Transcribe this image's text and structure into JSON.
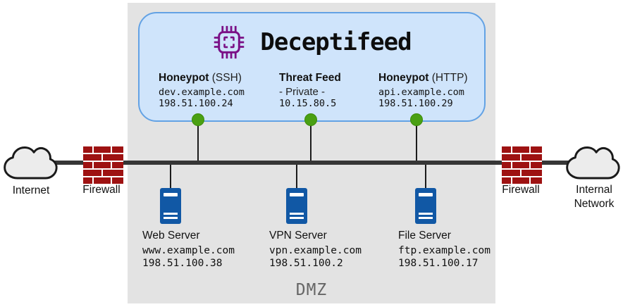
{
  "product": {
    "name": "Deceptifeed"
  },
  "honeypots": [
    {
      "name": "Honeypot",
      "qualifier": " (SSH)",
      "host": "dev.example.com",
      "ip": "198.51.100.24"
    },
    {
      "name": "Threat Feed",
      "qualifier": "",
      "host": "- Private -",
      "ip": "10.15.80.5"
    },
    {
      "name": "Honeypot",
      "qualifier": " (HTTP)",
      "host": "api.example.com",
      "ip": "198.51.100.29"
    }
  ],
  "servers": [
    {
      "name": "Web Server",
      "host": "www.example.com",
      "ip": "198.51.100.38"
    },
    {
      "name": "VPN Server",
      "host": "vpn.example.com",
      "ip": "198.51.100.2"
    },
    {
      "name": "File Server",
      "host": "ftp.example.com",
      "ip": "198.51.100.17"
    }
  ],
  "network": {
    "internet_label": "Internet",
    "internal_label_line1": "Internal",
    "internal_label_line2": "Network",
    "left_firewall_label": "Firewall",
    "right_firewall_label": "Firewall",
    "zone_label": "DMZ"
  },
  "icons": {
    "chip": "cpu-chip-icon",
    "clouds": "cloud-icon",
    "firewalls": "brick-wall-icon",
    "servers": "server-tower-icon",
    "connectors": "feed-connector-dot"
  },
  "colors": {
    "panel_bg": "#e3e3e3",
    "feed_panel_bg": "#cfe4fb",
    "feed_panel_border": "#63a2e4",
    "connector_green": "#4aa013",
    "server_blue": "#1158a5",
    "brick_red": "#9e1212",
    "chip_purple": "#7a1086",
    "backbone_dark": "#363636",
    "cloud_fill": "#ececec",
    "zone_text": "#666666"
  }
}
